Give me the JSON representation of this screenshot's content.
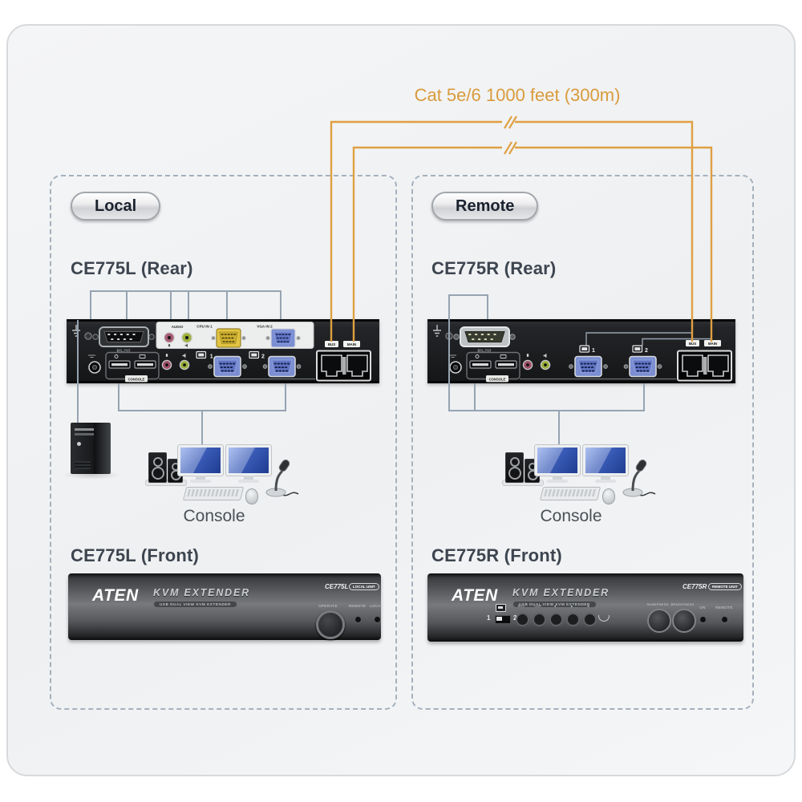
{
  "cable": {
    "label": "Cat 5e/6 1000 feet (300m)"
  },
  "local": {
    "tag": "Local",
    "rear_title": "CE775L (Rear)",
    "front_title": "CE775L (Front)",
    "console_label": "Console",
    "rear": {
      "rs232": "RS-232",
      "audio": "AUDIO",
      "cpu_in": "CPU IN 1",
      "vga_in": "VGA IN 2",
      "console": "CONSOLE",
      "bus": "BUS",
      "main": "MAIN",
      "mon1": "1",
      "mon2": "2"
    },
    "front": {
      "brand": "ATEN",
      "product": "KVM EXTENDER",
      "subtitle": "USB DUAL VIEW KVM EXTENDER",
      "model": "CE775L",
      "badge": "LOCAL UNIT",
      "operate": "OPERATE",
      "led_remote": "REMOTE",
      "led_local": "LOCAL"
    }
  },
  "remote": {
    "tag": "Remote",
    "rear_title": "CE775R (Rear)",
    "front_title": "CE775R (Front)",
    "console_label": "Console",
    "rear": {
      "rs232": "RS-232",
      "console": "CONSOLE",
      "bus": "BUS",
      "main": "MAIN",
      "mon1": "1",
      "mon2": "2"
    },
    "front": {
      "brand": "ATEN",
      "product": "KVM EXTENDER",
      "subtitle": "USB DUAL VIEW KVM EXTENDER",
      "model": "CE775R",
      "badge": "REMOTE UNIT",
      "switch_mon1": "1",
      "switch_mon2": "2",
      "buttons": [
        "BUS",
        "CMP",
        "◄",
        "▲",
        "►"
      ],
      "knob1": "SHARPNESS",
      "knob2": "BRIGHTNESS",
      "led1": "ON",
      "led2": "REMOTE"
    }
  },
  "colors": {
    "cable_orange": "#DFA041",
    "line_gray": "#96A4B2",
    "vga_blue": "#7B8ED2",
    "vga_yellow": "#E3C443"
  }
}
